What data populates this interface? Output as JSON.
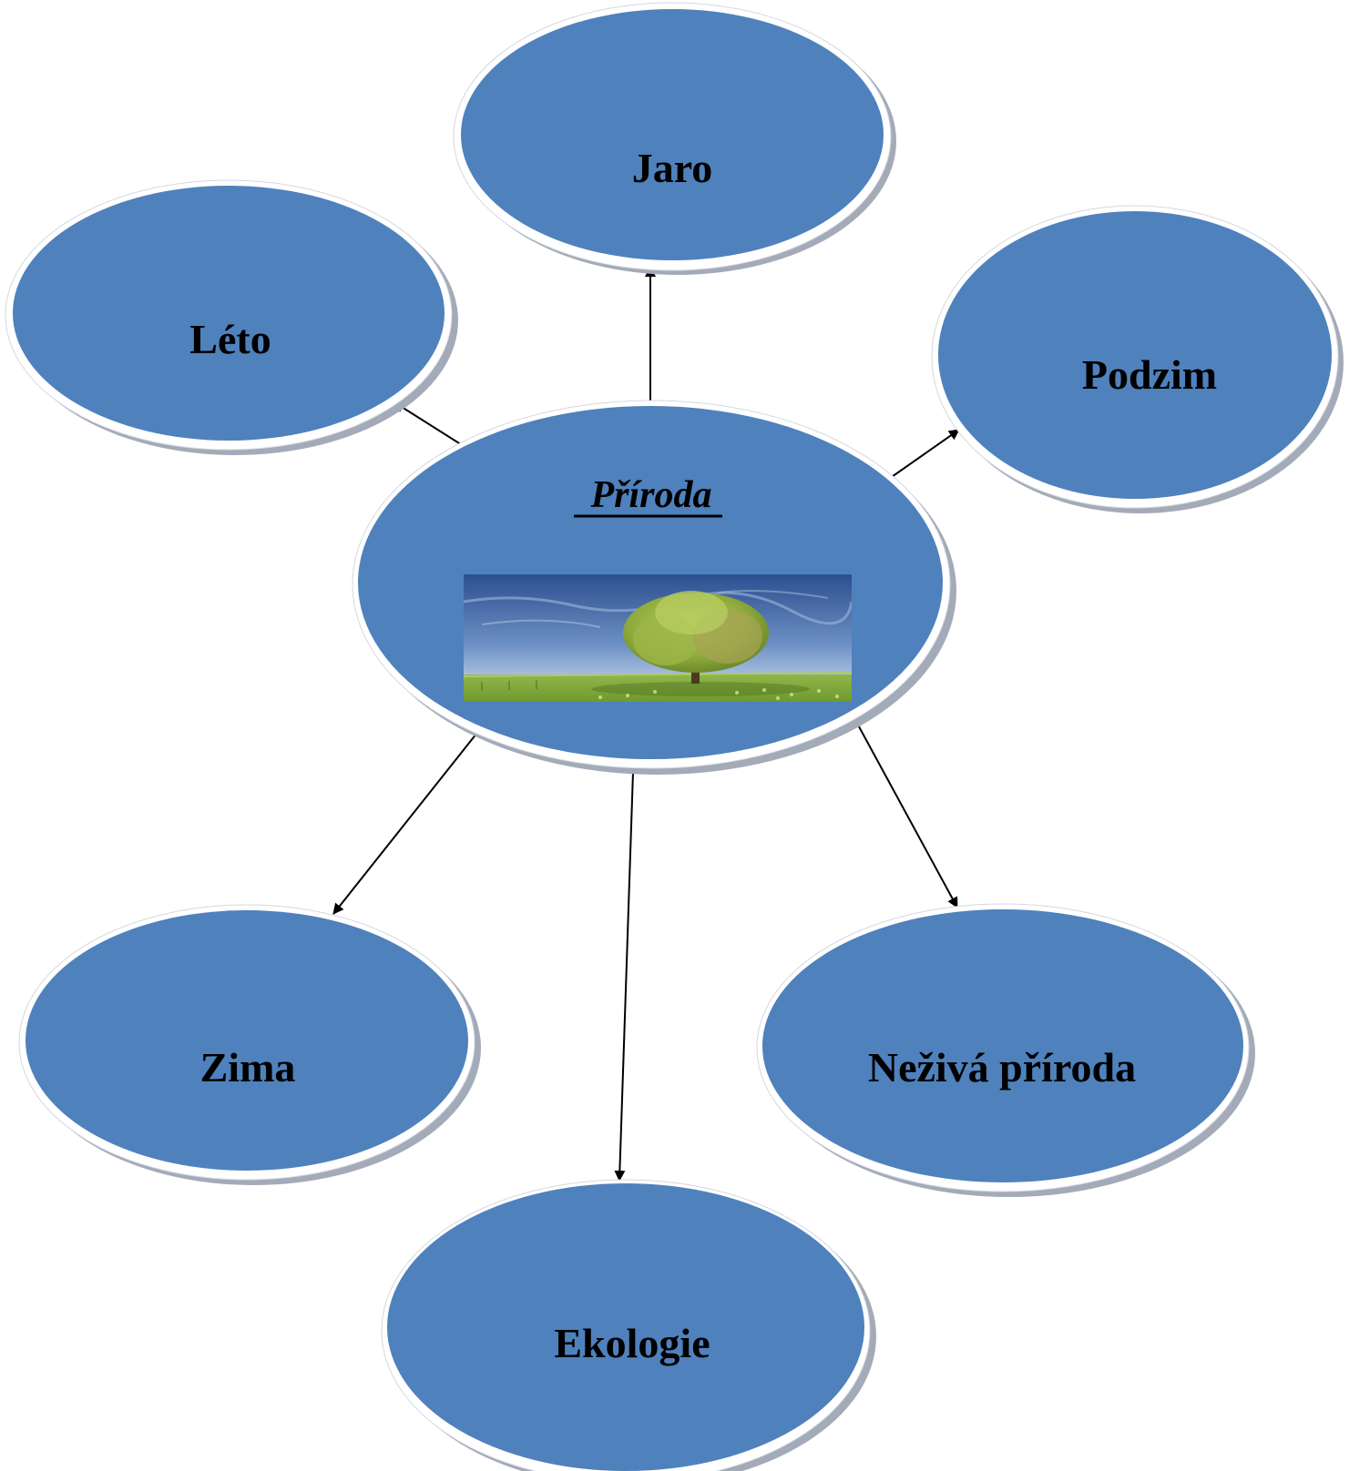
{
  "colors": {
    "node_fill": "#4f81bd",
    "node_rim": "#ffffff",
    "node_shadow": "#a3aab8",
    "arrow": "#000000",
    "text": "#000000"
  },
  "center": {
    "label": "Příroda",
    "label_style": "bold-italic-underlined",
    "image": "tree-in-meadow-photo"
  },
  "nodes": {
    "jaro": {
      "label": "Jaro"
    },
    "leto": {
      "label": "Léto"
    },
    "podzim": {
      "label": "Podzim"
    },
    "zima": {
      "label": "Zima"
    },
    "ekologie": {
      "label": "Ekologie"
    },
    "neziva": {
      "label": "Neživá příroda"
    }
  }
}
